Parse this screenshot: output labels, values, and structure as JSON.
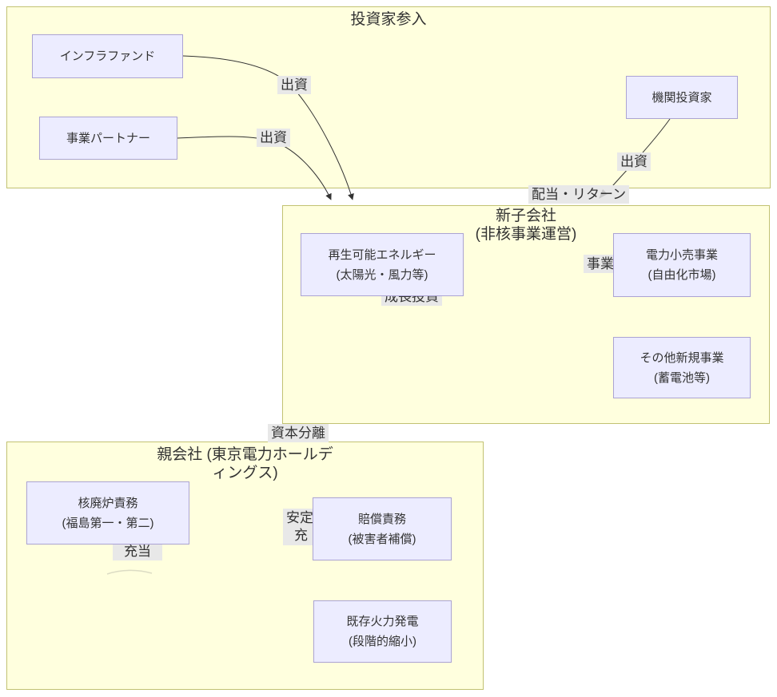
{
  "colors": {
    "cluster_fill": "#ffffde",
    "cluster_border": "#c2c272",
    "node_fill": "#ececff",
    "node_border": "#aba3d3",
    "edge_label_bg": "#e8e8e8",
    "edge_color": "#333333",
    "text_color": "#333333"
  },
  "clusters": {
    "investors": {
      "title": "投資家参入"
    },
    "newco": {
      "title_line1": "新子会社",
      "title_line2": "(非核事業運営)"
    },
    "parent": {
      "title_line1": "親会社 (東京電力ホールデ",
      "title_line2": "ィングス)"
    }
  },
  "nodes": {
    "infra_fund": {
      "line1": "インフラファンド"
    },
    "biz_partner": {
      "line1": "事業パートナー"
    },
    "inst_investor": {
      "line1": "機関投資家"
    },
    "renewable": {
      "line1": "再生可能エネルギー",
      "line2": "(太陽光・風力等)"
    },
    "retail": {
      "line1": "電力小売事業",
      "line2": "(自由化市場)"
    },
    "new_biz": {
      "line1": "その他新規事業",
      "line2": "(蓄電池等)"
    },
    "decommission": {
      "line1": "核廃炉責務",
      "line2": "(福島第一・第二)"
    },
    "compensation": {
      "line1": "賠償責務",
      "line2": "(被害者補償)"
    },
    "thermal": {
      "line1": "既存火力発電",
      "line2": "(段階的縮小)"
    }
  },
  "edge_labels": {
    "invest_1": "出資",
    "invest_2": "出資",
    "invest_3": "出資",
    "dividend_return": "配当・リターン",
    "business": "事業",
    "growth_investment": "成長投資",
    "capital_separation": "資本分離",
    "allocation": "充当",
    "stable_line1": "安定",
    "stable_line2": "充"
  }
}
